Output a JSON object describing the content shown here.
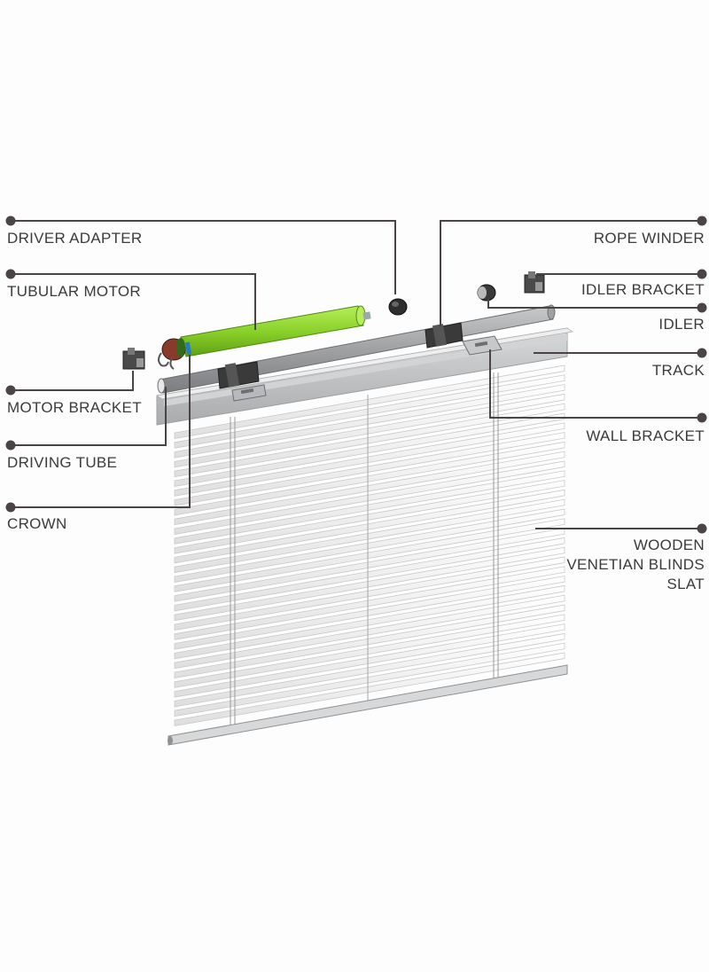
{
  "colors": {
    "leader": "#4a4446",
    "label_text": "#3c3a3b",
    "motor_green": "#8bd12a",
    "track_gray": "#bdbec0",
    "slat_white": "#f4f4f4",
    "slat_edge": "#c9c9c9",
    "dark_part": "#3a3a3a"
  },
  "labels": {
    "driver_adapter": "DRIVER ADAPTER",
    "tubular_motor": "TUBULAR MOTOR",
    "motor_bracket": "MOTOR BRACKET",
    "driving_tube": "DRIVING TUBE",
    "crown": "CROWN",
    "rope_winder": "ROPE WINDER",
    "idler_bracket": "IDLER BRACKET",
    "idler": "IDLER",
    "track": "TRACK",
    "wall_bracket": "WALL BRACKET",
    "slat": [
      "WOODEN",
      "VENETIAN BLINDS",
      "SLAT"
    ]
  },
  "icons": {
    "motor_bracket": "motor-bracket-part",
    "driver_adapter": "driver-adapter-part",
    "idler": "idler-part",
    "idler_bracket": "idler-bracket-part"
  }
}
